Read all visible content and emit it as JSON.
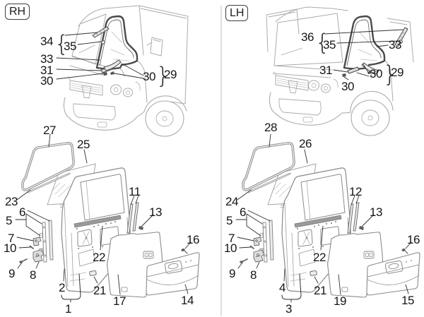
{
  "tags": {
    "rh": "RH",
    "lh": "LH"
  },
  "braces": {
    "open": "{",
    "close": "}"
  },
  "callouts": {
    "rh": {
      "n34": "34",
      "n35": "35",
      "n33": "33",
      "n31": "31",
      "n30a": "30",
      "n30b": "30",
      "n29": "29",
      "n27": "27",
      "n25": "25",
      "n23": "23",
      "n6": "6",
      "n5": "5",
      "n7": "7",
      "n10": "10",
      "n9": "9",
      "n8": "8",
      "n2": "2",
      "n1": "1",
      "n21": "21",
      "n22": "22",
      "n17": "17",
      "n11": "11",
      "n13": "13",
      "n16": "16",
      "n14": "14"
    },
    "lh": {
      "n36": "36",
      "n35": "35",
      "n33": "33",
      "n31": "31",
      "n30a": "30",
      "n30b": "30",
      "n29": "29",
      "n28": "28",
      "n26": "26",
      "n24": "24",
      "n6": "6",
      "n5": "5",
      "n7": "7",
      "n10": "10",
      "n9": "9",
      "n8": "8",
      "n4": "4",
      "n3": "3",
      "n21": "21",
      "n22": "22",
      "n19": "19",
      "n12": "12",
      "n13": "13",
      "n16": "16",
      "n15": "15"
    }
  },
  "colors": {
    "background": "#ffffff",
    "divider": "#cccccc",
    "art_line": "#a9a9a9",
    "art_medium": "#8a8a8a",
    "art_dark": "#4a4a4a",
    "leader": "#2f2f2f",
    "label_text": "#161616"
  }
}
